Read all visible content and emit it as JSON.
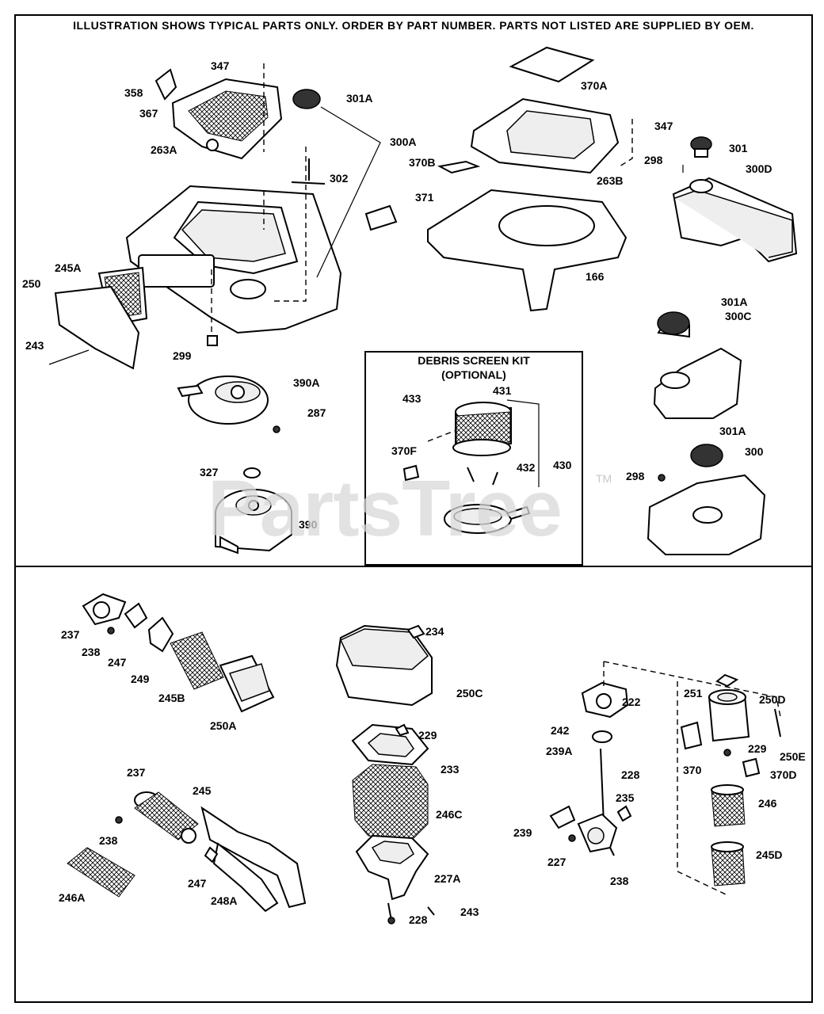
{
  "header": "ILLUSTRATION SHOWS TYPICAL PARTS ONLY. ORDER BY PART NUMBER. PARTS NOT LISTED ARE SUPPLIED BY OEM.",
  "debris_kit": {
    "title": "DEBRIS SCREEN KIT",
    "subtitle": "(OPTIONAL)"
  },
  "watermark": {
    "text": "PartsTree",
    "tm": "TM"
  },
  "parts": [
    "347",
    "358",
    "367",
    "263A",
    "301A",
    "300A",
    "302",
    "245A",
    "250",
    "243",
    "299",
    "390A",
    "287",
    "327",
    "390",
    "370A",
    "347",
    "370B",
    "263B",
    "298",
    "301",
    "300D",
    "371",
    "166",
    "301A",
    "300C",
    "433",
    "431",
    "370F",
    "432",
    "430",
    "301A",
    "300",
    "298",
    "237",
    "238",
    "247",
    "249",
    "245B",
    "250A",
    "234",
    "250C",
    "229",
    "233",
    "246C",
    "227A",
    "228",
    "243",
    "222",
    "242",
    "239A",
    "228",
    "235",
    "239",
    "227",
    "238",
    "251",
    "250D",
    "250E",
    "229",
    "370",
    "370D",
    "246",
    "245D",
    "237",
    "245",
    "238",
    "247",
    "248A",
    "246A"
  ]
}
